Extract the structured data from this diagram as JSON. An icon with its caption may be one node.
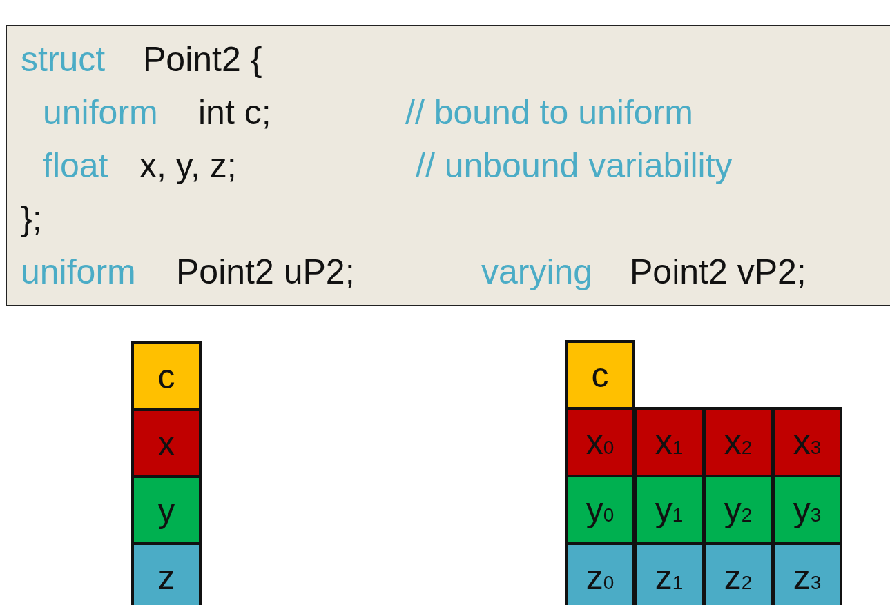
{
  "diagram": {
    "nodes": [
      {
        "text": [
          "struct",
          "Point2 {",
          "uniform",
          "int c;",
          "// bound to uniform",
          "float",
          "x, y, z;",
          "// unbound variability",
          "};",
          "uniform",
          "Point2 uP2;",
          "varying",
          "Point2 vP2;"
        ]
      },
      {
        "text": [
          "c"
        ]
      },
      {
        "text": [
          "x"
        ]
      },
      {
        "text": [
          "y"
        ]
      },
      {
        "text": [
          "z"
        ]
      },
      {
        "text": [
          "c"
        ]
      },
      {
        "text": [
          "x$_{0}$"
        ]
      },
      {
        "text": [
          "x$_{1}$"
        ]
      },
      {
        "text": [
          "x$_{2}$"
        ]
      },
      {
        "text": [
          "x$_{3}$"
        ]
      },
      {
        "text": [
          "y$_{0}$"
        ]
      },
      {
        "text": [
          "y$_{1}$"
        ]
      },
      {
        "text": [
          "y$_{2}$"
        ]
      },
      {
        "text": [
          "y$_{3}$"
        ]
      },
      {
        "text": [
          "z$_{0}$"
        ]
      },
      {
        "text": [
          "z$_{1}$"
        ]
      },
      {
        "text": [
          "z$_{2}$"
        ]
      },
      {
        "text": [
          "z$_{3}$"
        ]
      }
    ]
  }
}
